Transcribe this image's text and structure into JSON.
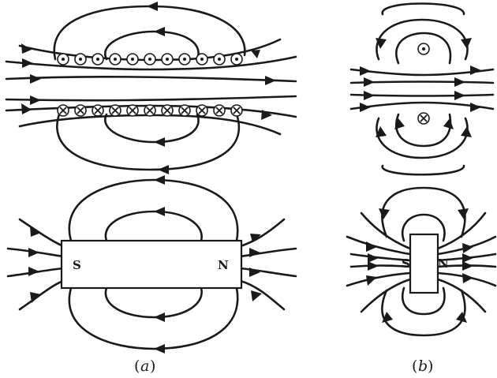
{
  "panel_a": {
    "caption_open": "(",
    "caption_letter": "a",
    "caption_close": ")",
    "magnet_south": "S",
    "magnet_north": "N"
  },
  "panel_b": {
    "caption_open": "(",
    "caption_letter": "b",
    "caption_close": ")",
    "magnet_south": "S",
    "magnet_north": "N"
  }
}
